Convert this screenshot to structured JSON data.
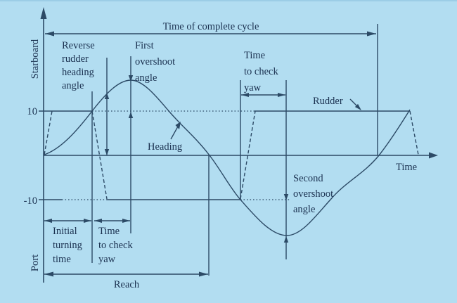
{
  "colors": {
    "background": "#b2ddf1",
    "line": "#2c4a66",
    "text": "#1b3150"
  },
  "y_axis": {
    "top_label": "Starboard",
    "bottom_label": "Port",
    "tick_positive": "10",
    "tick_negative": "-10"
  },
  "x_axis": {
    "label": "Time"
  },
  "labels": {
    "cycle": "Time of complete cycle",
    "reverse_rudder": [
      "Reverse",
      "rudder",
      "heading",
      "angle"
    ],
    "first_overshoot": [
      "First",
      "overshoot",
      "angle"
    ],
    "time_to_check_yaw_top": [
      "Time",
      "to check",
      "yaw"
    ],
    "rudder": "Rudder",
    "heading": "Heading",
    "second_overshoot": [
      "Second",
      "overshoot",
      "angle"
    ],
    "initial_turning_time": [
      "Initial",
      "turning",
      "time"
    ],
    "time_to_check_yaw_bottom": [
      "Time",
      "to check",
      "yaw"
    ],
    "reach": "Reach"
  }
}
